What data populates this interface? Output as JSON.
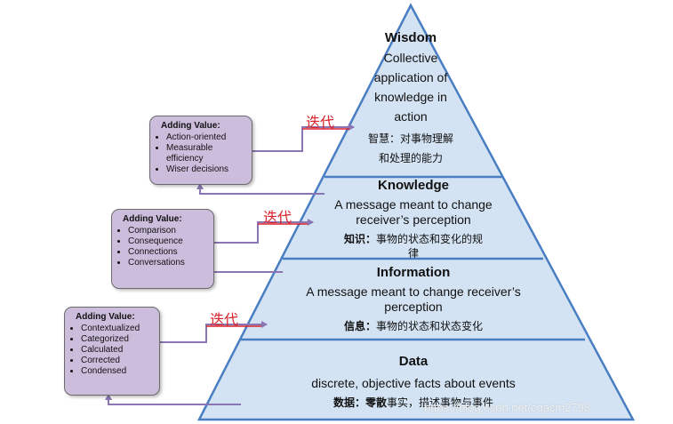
{
  "pyramid": {
    "wisdom": {
      "title": "Wisdom",
      "desc": [
        "Collective",
        "application of",
        "knowledge in",
        "action"
      ],
      "cn": [
        "智慧：对事物理解",
        "和处理的能力"
      ]
    },
    "knowledge": {
      "title": "Knowledge",
      "desc": [
        "A message meant to change",
        "receiver’s perception"
      ],
      "cn_label": "知识：",
      "cn": [
        "事物的状态和变化的规",
        "律"
      ]
    },
    "information": {
      "title": "Information",
      "desc": [
        "A message meant to change receiver’s",
        "perception"
      ],
      "cn_label": "信息：",
      "cn": "事物的状态和状态变化"
    },
    "data": {
      "title": "Data",
      "desc": "discrete, objective facts about events",
      "cn_label": "数据：",
      "cn_bold": "零散",
      "cn": "事实，描述事物与事件"
    }
  },
  "iteration_label": "迭代",
  "value_boxes": [
    {
      "title": "Adding Value:",
      "items": [
        "Action-oriented",
        "Measurable efficiency",
        "Wiser decisions"
      ]
    },
    {
      "title": "Adding Value:",
      "items": [
        "Comparison",
        "Consequence",
        "Connections",
        "Conversations"
      ]
    },
    {
      "title": "Adding Value:",
      "items": [
        "Contextualized",
        "Categorized",
        "Calculated",
        "Corrected",
        "Condensed"
      ]
    }
  ],
  "watermark": "https://blog.csdn.net/cqacm2798",
  "colors": {
    "pyramid_fill": "#d4e3f3",
    "pyramid_stroke": "#4a7ec2",
    "box_fill": "#cdbddd",
    "connector": "#8a76b4",
    "iteration_text": "#d9222a"
  }
}
